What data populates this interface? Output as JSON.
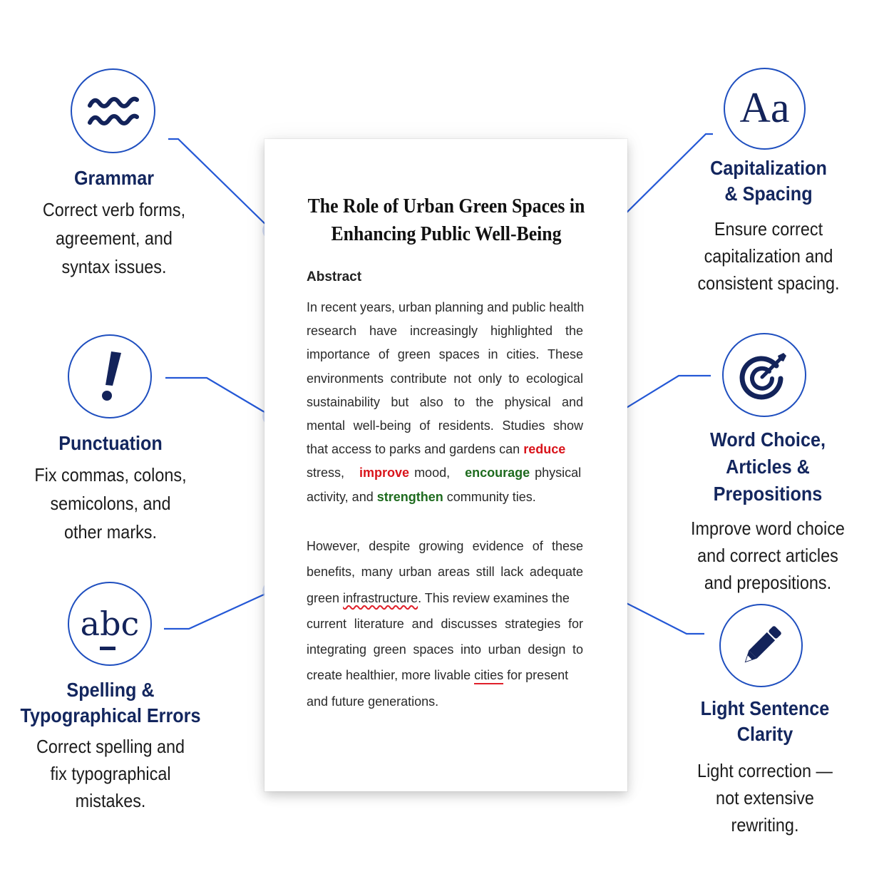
{
  "document": {
    "title_line1": "The Role of Urban Green Spaces in",
    "title_line2": "Enhancing Public Well-Being",
    "abstract_heading": "Abstract",
    "p1": {
      "l1": "In recent years, urban planning and public health",
      "l2": "research have increasingly highlighted the",
      "l3": "importance of green spaces in cities.  These",
      "l4": "environments contribute not only to ecological",
      "l5": "sustainability but also to the physical and",
      "l6": "mental well-being of residents. Studies show",
      "l7a": "that access to parks and gardens can ",
      "l7b": "reduce",
      "l8a": "stress, ",
      "l8b": "improve",
      "l8c": " mood, ",
      "l8d": "encourage",
      "l8e": " physical",
      "l9a": "activity, and ",
      "l9b": "strengthen",
      "l9c": " community ties."
    },
    "p2": {
      "l1": "However, despite growing evidence of these",
      "l2": "benefits, many urban areas still lack adequate",
      "l3a": "green ",
      "l3b": "infrastructure",
      "l3c": ". This review examines the",
      "l4": "current literature and discusses strategies for",
      "l5": "integrating green spaces into urban design to",
      "l6a": "create healthier, more livable ",
      "l6b": "cities",
      "l6c": " for present",
      "l7": "and future generations."
    }
  },
  "categories": {
    "grammar": {
      "icon": "wave-icon",
      "title": "Grammar",
      "desc1": "Correct verb forms,",
      "desc2": "agreement, and",
      "desc3": "syntax issues."
    },
    "punctuation": {
      "icon": "exclamation-icon",
      "title": "Punctuation",
      "desc1": "Fix commas, colons,",
      "desc2": "semicolons, and",
      "desc3": "other marks."
    },
    "spelling": {
      "icon": "abc-icon",
      "icon_text": "abc",
      "title1": "Spelling &",
      "title2": "Typographical Errors",
      "desc1": "Correct spelling and",
      "desc2": "fix typographical",
      "desc3": "mistakes."
    },
    "capitalization": {
      "icon": "aa-icon",
      "icon_text": "Aa",
      "title1": "Capitalization",
      "title2": "& Spacing",
      "desc1": "Ensure correct",
      "desc2": "capitalization and",
      "desc3": "consistent spacing."
    },
    "word_choice": {
      "icon": "target-icon",
      "title1": "Word Choice,",
      "title2": "Articles & Prepositions",
      "desc1": "Improve word choice",
      "desc2": "and correct articles",
      "desc3": "and prepositions."
    },
    "clarity": {
      "icon": "pencil-icon",
      "title": "Light Sentence Clarity",
      "desc1": "Light correction —",
      "desc2": "not extensive",
      "desc3": "rewriting."
    }
  },
  "colors": {
    "accent": "#1f4fbf",
    "navy": "#13235a",
    "highlight_red": "#d9141b",
    "highlight_green": "#1e6b1e"
  }
}
